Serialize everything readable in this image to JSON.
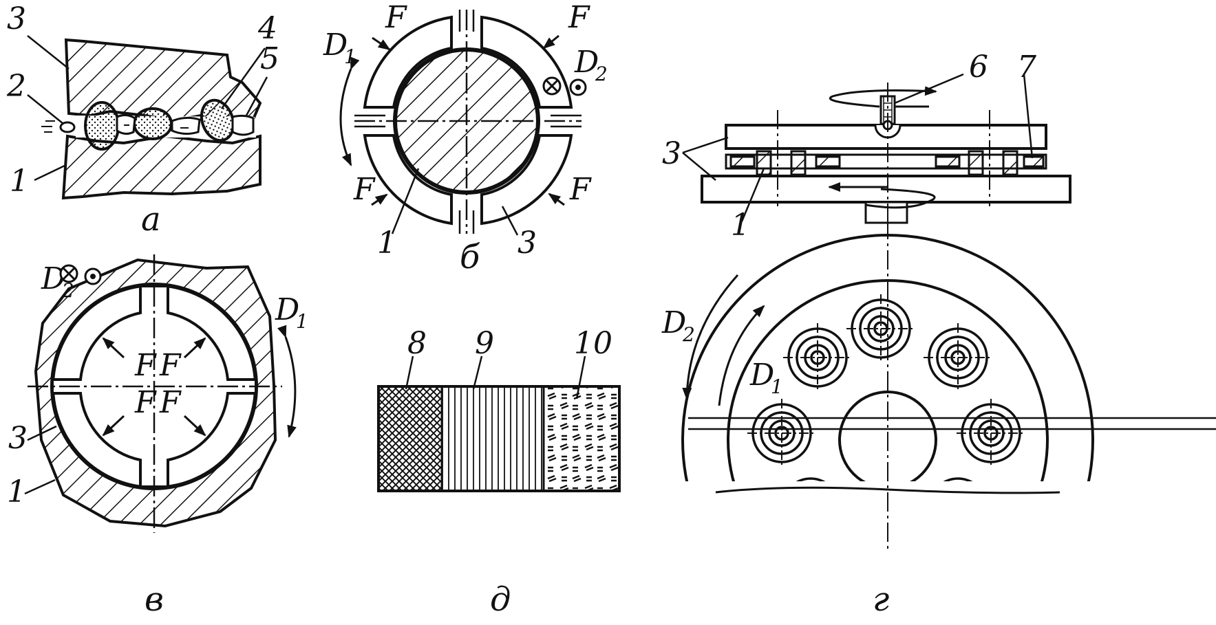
{
  "panels": {
    "a": {
      "caption": "а",
      "labels": {
        "l1": "1",
        "l2": "2",
        "l3": "3",
        "l4": "4",
        "l5": "5"
      }
    },
    "b": {
      "caption": "б",
      "force": "F",
      "d1_main": "D",
      "d1_sub": "1",
      "d2_main": "D",
      "d2_sub": "2",
      "labels": {
        "l1": "1",
        "l3": "3"
      }
    },
    "v": {
      "caption": "в",
      "force": "F",
      "d1_main": "D",
      "d1_sub": "1",
      "d2_main": "D",
      "d2_sub": "2",
      "labels": {
        "l1": "1",
        "l3": "3"
      }
    },
    "d": {
      "caption": "д",
      "labels": {
        "l8": "8",
        "l9": "9",
        "l10": "10"
      }
    },
    "g": {
      "caption": "г",
      "d1_main": "D",
      "d1_sub": "1",
      "d2_main": "D",
      "d2_sub": "2",
      "labels": {
        "l1": "1",
        "l3": "3",
        "l6": "6",
        "l7": "7"
      }
    }
  }
}
